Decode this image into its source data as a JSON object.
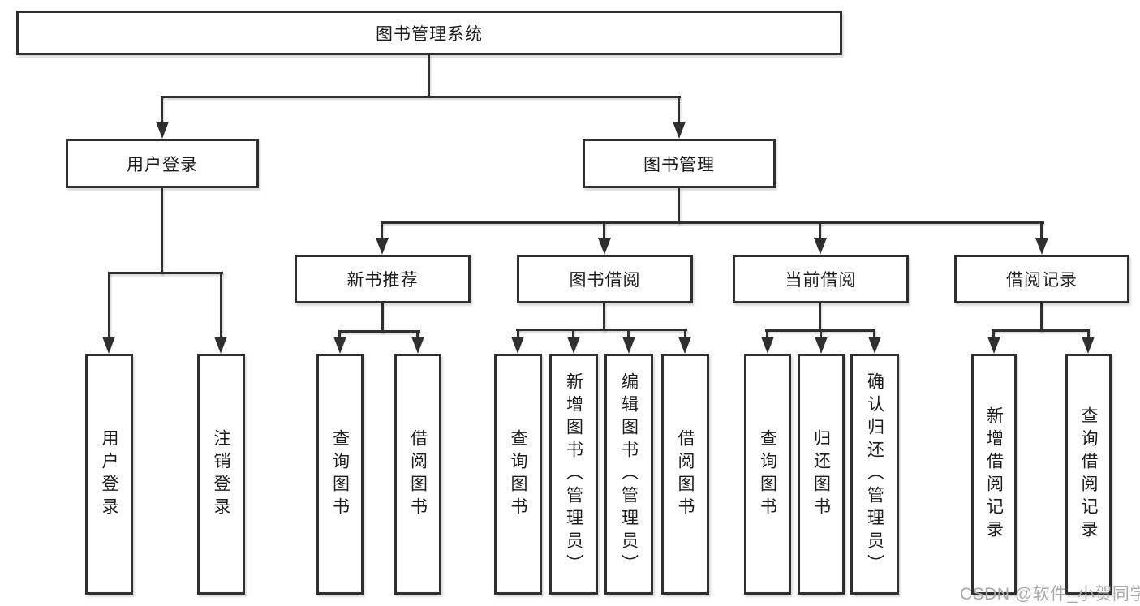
{
  "title": {
    "label": "图书管理系统"
  },
  "level2": [
    {
      "id": "user-login",
      "label": "用户登录"
    },
    {
      "id": "book-management",
      "label": "图书管理"
    }
  ],
  "level3": [
    {
      "id": "new-book-recommendation",
      "label": "新书推荐"
    },
    {
      "id": "book-borrowing",
      "label": "图书借阅"
    },
    {
      "id": "current-borrowing",
      "label": "当前借阅"
    },
    {
      "id": "borrowing-records",
      "label": "借阅记录"
    }
  ],
  "level4": [
    {
      "id": "user-login-leaf",
      "label": "用户登录",
      "parent": "user-login"
    },
    {
      "id": "logout",
      "label": "注销登录",
      "parent": "user-login"
    },
    {
      "id": "query-books-1",
      "label": "查询图书",
      "parent": "new-book-recommendation"
    },
    {
      "id": "borrow-books-1",
      "label": "借阅图书",
      "parent": "new-book-recommendation"
    },
    {
      "id": "query-books-2",
      "label": "查询图书",
      "parent": "book-borrowing"
    },
    {
      "id": "add-book-admin",
      "label": "新增图书（管理员）",
      "parent": "book-borrowing"
    },
    {
      "id": "edit-book-admin",
      "label": "编辑图书（管理员）",
      "parent": "book-borrowing"
    },
    {
      "id": "borrow-books-2",
      "label": "借阅图书",
      "parent": "book-borrowing"
    },
    {
      "id": "query-books-3",
      "label": "查询图书",
      "parent": "current-borrowing"
    },
    {
      "id": "return-books",
      "label": "归还图书",
      "parent": "current-borrowing"
    },
    {
      "id": "confirm-return-admin",
      "label": "确认归还（管理员）",
      "parent": "current-borrowing"
    },
    {
      "id": "add-borrow-record",
      "label": "新增借阅记录",
      "parent": "borrowing-records"
    },
    {
      "id": "query-borrow-record",
      "label": "查询借阅记录",
      "parent": "borrowing-records"
    }
  ],
  "watermark": {
    "label": "CSDN @软件_小贺同学"
  },
  "colors": {
    "line": "#2f2f2f",
    "text": "#1c1c1c",
    "background": "#ffffff",
    "watermark": "#a9a9a9"
  }
}
